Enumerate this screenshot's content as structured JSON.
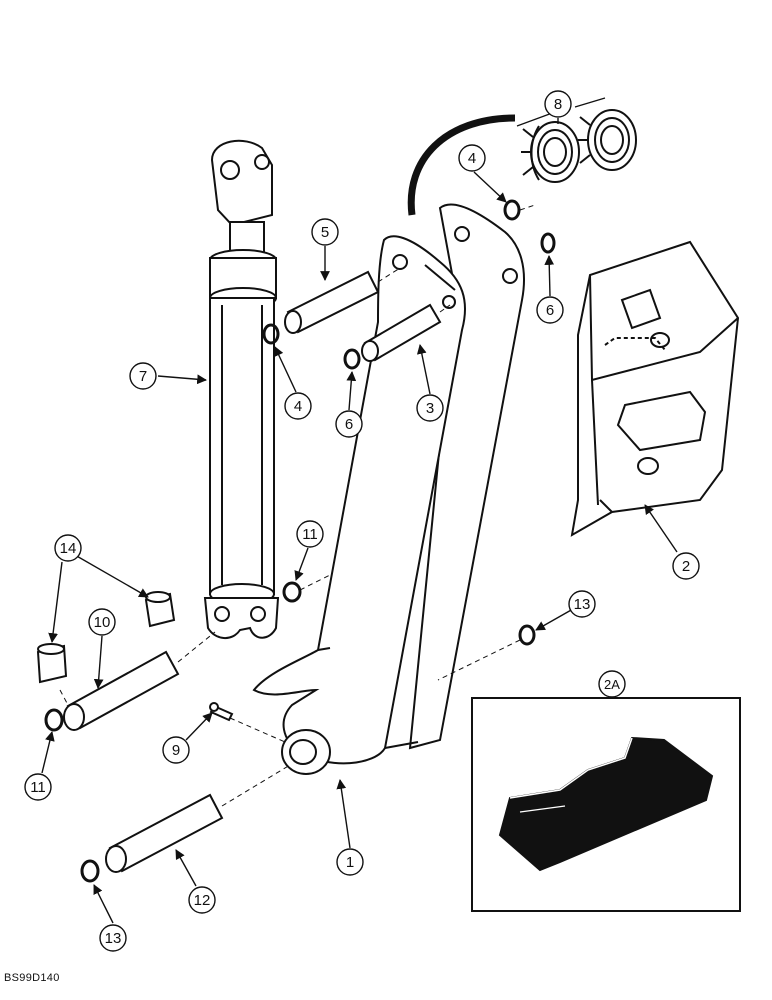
{
  "diagram": {
    "callouts": {
      "c1": "1",
      "c2": "2",
      "c2a": "2A",
      "c3": "3",
      "c4a": "4",
      "c4b": "4",
      "c5": "5",
      "c6a": "6",
      "c6b": "6",
      "c7": "7",
      "c8": "8",
      "c9": "9",
      "c10": "10",
      "c11a": "11",
      "c11b": "11",
      "c12": "12",
      "c13a": "13",
      "c13b": "13",
      "c14": "14"
    },
    "figure_code": "BS99D140"
  }
}
